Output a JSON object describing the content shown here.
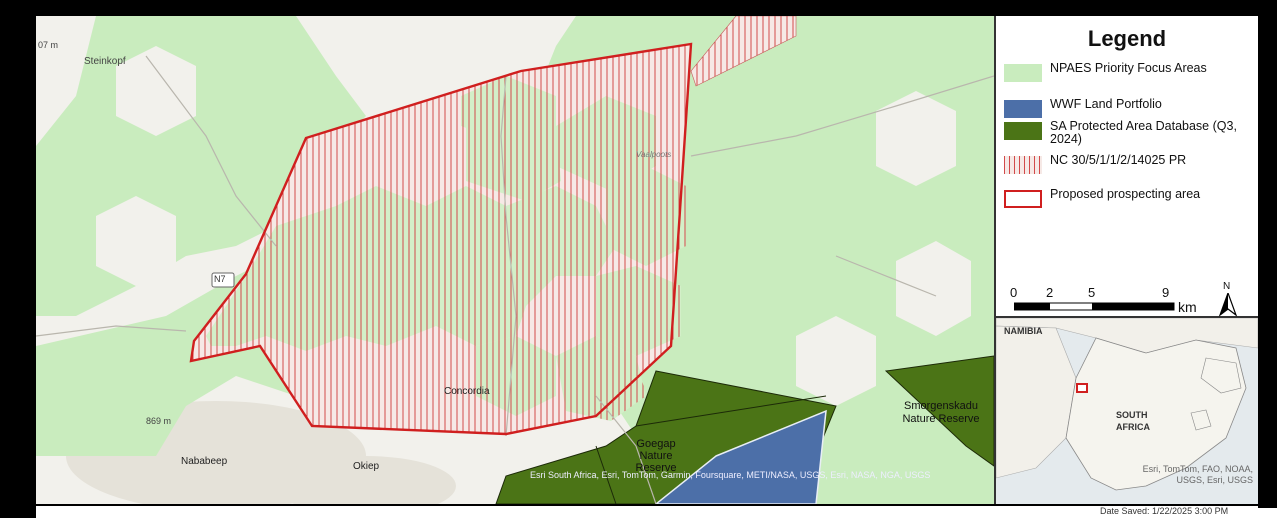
{
  "map": {
    "place_labels": {
      "steinkopf": "Steinkopf",
      "concordia": "Concordia",
      "nababeep": "Nababeep",
      "okiep": "Okiep",
      "goegap": "Goegap Nature Reserve",
      "smorgenskadu": "Smorgenskadu Nature Reserve",
      "road_n7": "N7",
      "elev_top": "07 m",
      "elev_bottom": "869 m",
      "vaalpoots": "Vaalpoots"
    },
    "attribution_main": "Esri South Africa, Esri, TomTom, Garmin, Foursquare, METI/NASA, USGS, Esri, NASA, NGA, USGS",
    "colors": {
      "base": "#f2f1ec",
      "hills": "#e7e4dc",
      "npaes": "#c9ecbe",
      "protected": "#4b7416",
      "wwf": "#4c6fa8",
      "hatch": "#d24a4a",
      "prospect_border": "#d01f1f"
    }
  },
  "legend": {
    "title": "Legend",
    "items": [
      {
        "label": "NPAES Priority Focus Areas",
        "icon": "npaes-swatch"
      },
      {
        "label": "WWF Land Portfolio",
        "icon": "wwf-swatch"
      },
      {
        "label": "SA Protected Area Database (Q3, 2024)",
        "icon": "protected-swatch"
      },
      {
        "label": "NC 30/5/1/1/2/14025 PR",
        "icon": "hatch-swatch"
      },
      {
        "label": "Proposed prospecting area",
        "icon": "outline-swatch"
      }
    ]
  },
  "scale": {
    "ticks": [
      "0",
      "2",
      "5",
      "9"
    ],
    "unit": "km",
    "north": "N"
  },
  "inset": {
    "namibia": "NAMIBIA",
    "south": "SOUTH",
    "africa": "AFRICA",
    "attribution": "Esri, TomTom, FAO, NOAA, USGS, Esri, USGS"
  },
  "footer": {
    "date_saved": "Date Saved: 1/22/2025 3:00 PM"
  }
}
